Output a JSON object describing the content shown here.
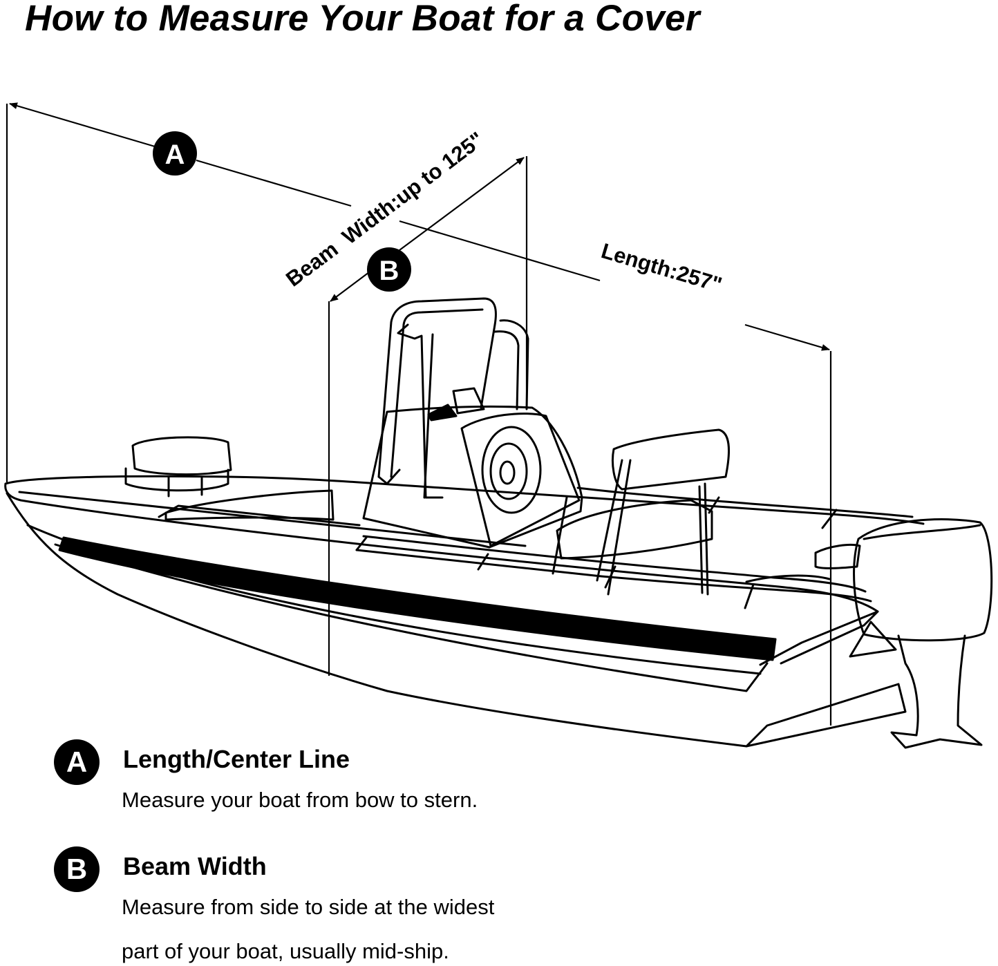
{
  "title": "How to Measure Your Boat for a Cover",
  "diagram": {
    "marker_a": "A",
    "marker_b": "B",
    "length_label": "Length:257\"",
    "beam_label": "Beam  Width:up to 125\""
  },
  "legend": [
    {
      "badge": "A",
      "title": "Length/Center Line",
      "lines": [
        "Measure your boat from bow to stern."
      ]
    },
    {
      "badge": "B",
      "title": "Beam Width",
      "lines": [
        "Measure from side to side at the widest",
        "part of your boat, usually mid-ship."
      ]
    }
  ]
}
